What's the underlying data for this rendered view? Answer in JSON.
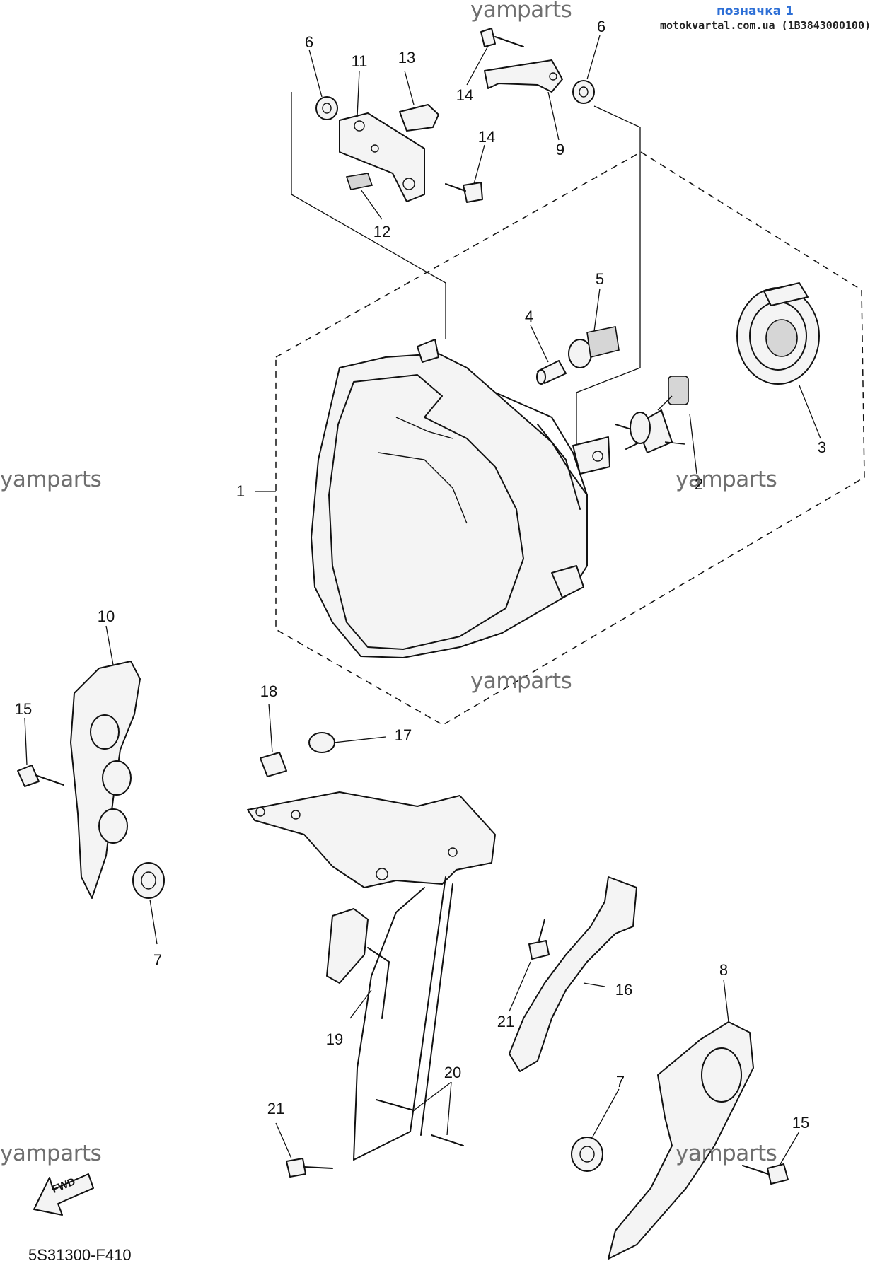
{
  "header_tag": {
    "title": "позначка 1",
    "site": "motokvartal.com.ua (1B3843000100)"
  },
  "watermarks": [
    "yamparts",
    "yamparts",
    "yamparts",
    "yamparts",
    "yamparts",
    "yamparts"
  ],
  "diagram_code": "5S31300-F410",
  "fwd_label": "FWD",
  "callouts": [
    "1",
    "2",
    "3",
    "4",
    "5",
    "6",
    "6",
    "7",
    "7",
    "8",
    "9",
    "10",
    "11",
    "12",
    "13",
    "14",
    "14",
    "15",
    "15",
    "16",
    "17",
    "18",
    "19",
    "20",
    "21",
    "21"
  ]
}
